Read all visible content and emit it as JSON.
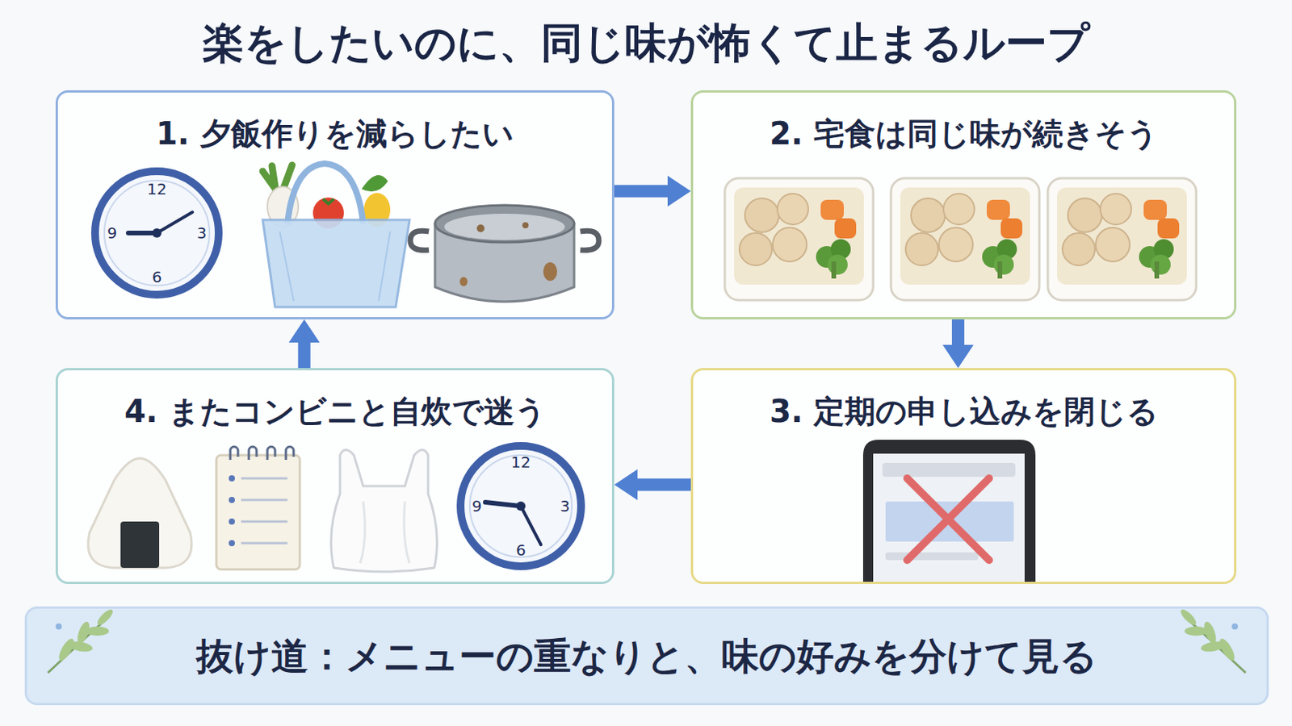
{
  "diagram": {
    "title": "楽をしたいのに、同じ味が怖くて止まるループ",
    "nodes": [
      {
        "text": [
          "1. 夕飯作りを減らしたい"
        ]
      },
      {
        "text": [
          "2. 宅食は同じ味が続きそう"
        ]
      },
      {
        "text": [
          "3. 定期の申し込みを閉じる"
        ]
      },
      {
        "text": [
          "4. またコンビニと自炊で迷う"
        ]
      },
      {
        "text": [
          "抜け道：メニューの重なりと、味の好みを分けて見る"
        ]
      }
    ],
    "edges": [
      {
        "from": 0,
        "to": 1,
        "arrow": "to"
      },
      {
        "from": 1,
        "to": 2,
        "arrow": "to"
      },
      {
        "from": 2,
        "to": 3,
        "arrow": "to"
      },
      {
        "from": 3,
        "to": 0,
        "arrow": "to"
      }
    ],
    "labels": [
      "12",
      "3",
      "6",
      "9",
      "12",
      "3",
      "6",
      "9"
    ]
  }
}
